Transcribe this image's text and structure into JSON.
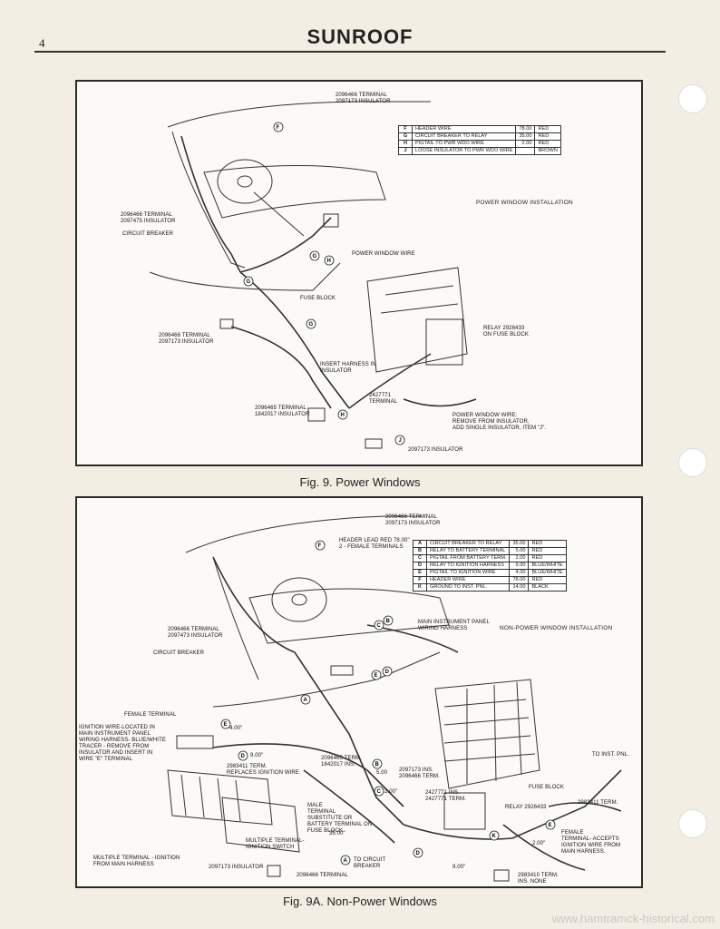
{
  "header": {
    "page_number": "4",
    "title": "SUNROOF"
  },
  "figure1": {
    "caption": "Fig. 9.  Power Windows",
    "subtitle": "POWER WINDOW INSTALLATION",
    "legend": [
      {
        "letter": "F",
        "desc": "HEADER WIRE",
        "length": "78.00",
        "color": "RED"
      },
      {
        "letter": "G",
        "desc": "CIRCUIT BREAKER TO RELAY",
        "length": "35.00",
        "color": "RED"
      },
      {
        "letter": "H",
        "desc": "PIGTAIL TO PWR WDO WIRE",
        "length": "2.00",
        "color": "RED"
      },
      {
        "letter": "J",
        "desc": "LOOSE INSULATOR TO PWR WDO WIRE",
        "length": "",
        "color": "BROWN"
      }
    ],
    "labels": {
      "top_terminal": "2096466 TERMINAL\n2097173 INSULATOR",
      "left_terminal": "2096466 TERMINAL\n2097475 INSULATOR",
      "circuit_breaker": "CIRCUIT BREAKER",
      "power_window_wire": "POWER WINDOW WIRE",
      "fuse_block": "FUSE BLOCK",
      "relay": "RELAY 2926433\nON FUSE BLOCK",
      "lower_terminal": "2096466 TERMINAL\n2097173 INSULATOR",
      "insert_harness": "INSERT HARNESS IN\nINSULATOR",
      "terminal_2427771": "2427771\nTERMINAL",
      "terminal_2096465": "2096465 TERMINAL\n1842017 INSULATOR",
      "pw_wire_remove": "POWER WINDOW WIRE:\nREMOVE FROM INSULATOR,\nADD SINGLE INSULATOR, ITEM \"J\".",
      "insulator_bottom": "2097173 INSULATOR"
    },
    "callouts": [
      "F",
      "G",
      "G",
      "H",
      "G",
      "H",
      "J"
    ]
  },
  "figure2": {
    "caption": "Fig. 9A.  Non-Power Windows",
    "subtitle": "NON-POWER WINDOW INSTALLATION",
    "legend": [
      {
        "letter": "A",
        "desc": "CIRCUIT BREAKER TO RELAY",
        "length": "35.00",
        "color": "RED"
      },
      {
        "letter": "B",
        "desc": "RELAY TO BATTERY TERMINAL",
        "length": "5.00",
        "color": "RED"
      },
      {
        "letter": "C",
        "desc": "PIGTAIL FROM BATTERY TERM.",
        "length": "2.00",
        "color": "RED"
      },
      {
        "letter": "D",
        "desc": "RELAY TO IGNITION HARNESS",
        "length": "9.00",
        "color": "BLUE/WHITE"
      },
      {
        "letter": "E",
        "desc": "PIGTAIL TO IGNITION WIRE",
        "length": "4.00",
        "color": "BLUE/WHITE"
      },
      {
        "letter": "F",
        "desc": "HEADER WIRE",
        "length": "78.00",
        "color": "RED"
      },
      {
        "letter": "K",
        "desc": "GROUND TO INST. PNL.",
        "length": "14.00",
        "color": "BLACK"
      }
    ],
    "labels": {
      "top_terminal": "2096466 TERMINAL\n2097173 INSULATOR",
      "header_lead": "HEADER LEAD RED 78.00\"\n2 - FEMALE TERMINALS",
      "main_harness": "MAIN INSTRUMENT PANEL\nWIRING HARNESS",
      "left_terminal": "2096466 TERMINAL\n2097473 INSULATOR",
      "circuit_breaker": "CIRCUIT BREAKER",
      "female_terminal": "FEMALE TERMINAL",
      "ignition_wire": "IGNITION WIRE-LOCATED IN\nMAIN INSTRUMENT PANEL\nWIRING HARNESS- BLUE/WHITE\nTRACER - REMOVE FROM\nINSULATOR AND INSERT IN\nWIRE \"E\" TERMINAL",
      "len_e": "4.00\"",
      "len_d": "9.00\"",
      "term_2983411": "2983411 TERM.\nREPLACES IGNITION WIRE",
      "term_2096465": "2096465 TERM.\n1842017 INS.",
      "len_b": "5.00",
      "ins_2097173": "2097173 INS.\n2096466 TERM.",
      "len_c": "2.00\"",
      "fuse_block": "FUSE BLOCK",
      "to_inst_pnl": "TO INST. PNL.",
      "term_2427771": "2427771 INS.\n2427771 TERM.",
      "relay": "RELAY 2926433",
      "term_2983411_r": "2983411 TERM.",
      "male_terminal": "MALE\nTERMINAL\nSUBSTITUTE OR\nBATTERY TERMINAL ON\nFUSE BLOCK",
      "multiple_terminal": "MULTIPLE TERMINAL-\nIGNITION SWITCH",
      "len_a": "35.00\"",
      "multiple_ignition": "MULTIPLE TERMINAL - IGNITION\nFROM MAIN HARNESS",
      "insulator": "2097173 INSULATOR",
      "to_circuit_breaker": "TO CIRCUIT\nBREAKER",
      "term_2096466": "2096466 TERMINAL",
      "female_accepts": "FEMALE\nTERMINAL- ACCEPTS\nIGNITION WIRE FROM\nMAIN HARNESS.",
      "len_d2": "9.00\"",
      "len_2": "2.00\"",
      "term_2983410": "2983410 TERM.\nINS. NONE"
    }
  },
  "watermark": "www.hamtramck-historical.com"
}
